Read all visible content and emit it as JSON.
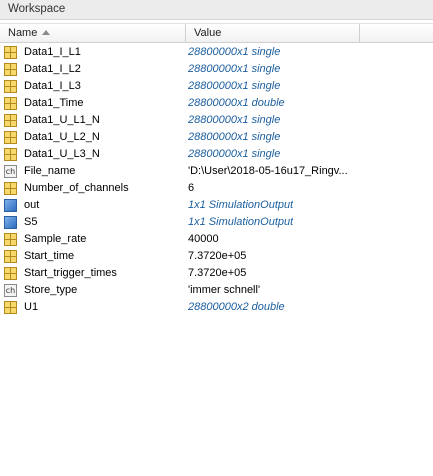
{
  "panel": {
    "title": "Workspace"
  },
  "columns": {
    "name": "Name",
    "value": "Value"
  },
  "variables": [
    {
      "name": "Data1_I_L1",
      "value": "28800000x1 single",
      "icon": "matrix-icon",
      "style": "info"
    },
    {
      "name": "Data1_I_L2",
      "value": "28800000x1 single",
      "icon": "matrix-icon",
      "style": "info"
    },
    {
      "name": "Data1_I_L3",
      "value": "28800000x1 single",
      "icon": "matrix-icon",
      "style": "info"
    },
    {
      "name": "Data1_Time",
      "value": "28800000x1 double",
      "icon": "matrix-icon",
      "style": "info"
    },
    {
      "name": "Data1_U_L1_N",
      "value": "28800000x1 single",
      "icon": "matrix-icon",
      "style": "info"
    },
    {
      "name": "Data1_U_L2_N",
      "value": "28800000x1 single",
      "icon": "matrix-icon",
      "style": "info"
    },
    {
      "name": "Data1_U_L3_N",
      "value": "28800000x1 single",
      "icon": "matrix-icon",
      "style": "info"
    },
    {
      "name": "File_name",
      "value": "'D:\\User\\2018-05-16u17_Ringv...",
      "icon": "char-icon",
      "style": "plain"
    },
    {
      "name": "Number_of_channels",
      "value": "6",
      "icon": "matrix-icon",
      "style": "plain"
    },
    {
      "name": "out",
      "value": "1x1 SimulationOutput",
      "icon": "object-icon",
      "style": "info"
    },
    {
      "name": "S5",
      "value": "1x1 SimulationOutput",
      "icon": "object-icon",
      "style": "info"
    },
    {
      "name": "Sample_rate",
      "value": "40000",
      "icon": "matrix-icon",
      "style": "plain"
    },
    {
      "name": "Start_time",
      "value": "7.3720e+05",
      "icon": "matrix-icon",
      "style": "plain"
    },
    {
      "name": "Start_trigger_times",
      "value": "7.3720e+05",
      "icon": "matrix-icon",
      "style": "plain"
    },
    {
      "name": "Store_type",
      "value": "'immer schnell'",
      "icon": "char-icon",
      "style": "plain"
    },
    {
      "name": "U1",
      "value": "28800000x2 double",
      "icon": "matrix-icon",
      "style": "info"
    }
  ],
  "char_icon_text": "ch"
}
